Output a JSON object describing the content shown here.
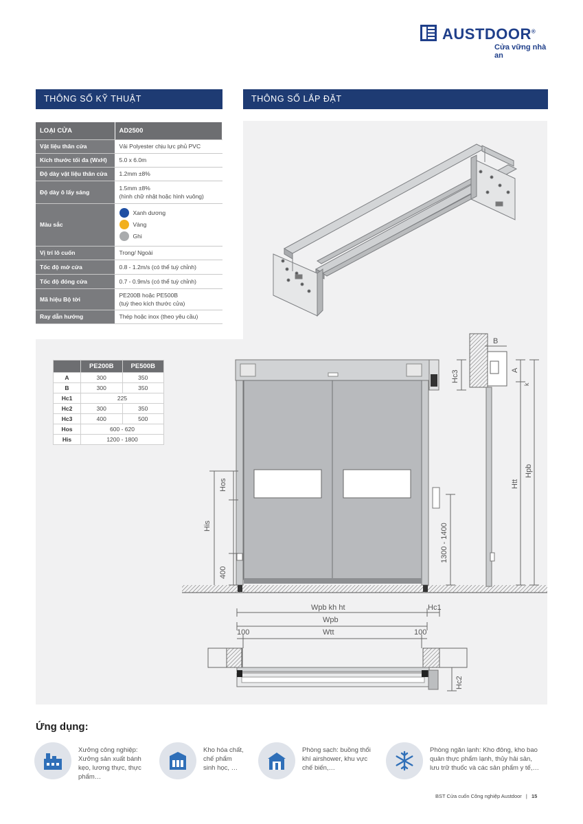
{
  "brand": {
    "name": "AUSTDOOR",
    "registered": "®",
    "tagline": "Cửa vững nhà an"
  },
  "sections": {
    "specs_title": "THÔNG SỐ KỸ THUẬT",
    "install_title": "THÔNG SỐ LẮP ĐẶT"
  },
  "spec_table": {
    "header_key": "LOẠI CỬA",
    "header_value": "AD2500",
    "rows": [
      {
        "key": "Vật liệu thân cửa",
        "value": "Vải Polyester chịu lực phủ PVC"
      },
      {
        "key": "Kích thước tối đa (WxH)",
        "value": "5.0 x 6.0m"
      },
      {
        "key": "Độ dày vật liệu thân cửa",
        "value": "1.2mm ±8%"
      },
      {
        "key": "Độ dày ô lấy sáng",
        "value": "1.5mm ±8%",
        "value2": "(hình chữ nhật hoặc hình vuông)"
      },
      {
        "key": "Màu sắc"
      },
      {
        "key": "Vị trí lô cuốn",
        "value": "Trong/ Ngoài"
      },
      {
        "key": "Tốc độ mở cửa",
        "value": "0.8 - 1.2m/s (có thể tuỳ chỉnh)"
      },
      {
        "key": "Tốc độ đóng cửa",
        "value": "0.7 - 0.9m/s (có thể tuỳ chỉnh)"
      },
      {
        "key": "Mã hiệu Bộ tời",
        "value": "PE200B hoặc PE500B",
        "value2": "(tuỳ theo kích thước cửa)"
      },
      {
        "key": "Ray dẫn hướng",
        "value": "Thép hoặc inox (theo yêu cầu)"
      }
    ],
    "colors": [
      {
        "name": "Xanh dương",
        "hex": "#1f4fa3"
      },
      {
        "name": "Vàng",
        "hex": "#f2b01e"
      },
      {
        "name": "Ghi",
        "hex": "#a9abad"
      }
    ]
  },
  "dim_table": {
    "headers": [
      "",
      "PE200B",
      "PE500B"
    ],
    "rows": [
      {
        "k": "A",
        "a": "300",
        "b": "350"
      },
      {
        "k": "B",
        "a": "300",
        "b": "350"
      },
      {
        "k": "Hc1",
        "merged": "225"
      },
      {
        "k": "Hc2",
        "a": "300",
        "b": "350"
      },
      {
        "k": "Hc3",
        "a": "400",
        "b": "500"
      },
      {
        "k": "Hos",
        "merged": "600 - 620"
      },
      {
        "k": "His",
        "merged": "1200 - 1800"
      }
    ]
  },
  "drawing_labels": {
    "hc3": "Hc3",
    "b": "B",
    "a": "A",
    "k": "k",
    "hpb": "Hpb",
    "htt": "Htt",
    "hos": "Hos",
    "his": "His",
    "h400": "400",
    "h1300": "1300 - 1400",
    "wpbkht": "Wpb kh ht",
    "hc1": "Hc1",
    "wpb": "Wpb",
    "wtt": "Wtt",
    "w100a": "100",
    "w100b": "100",
    "hc2": "Hc2"
  },
  "applications": {
    "title": "Ứng dụng:",
    "items": [
      {
        "lines": [
          "Xưởng công nghiệp:",
          "Xưởng sản xuất bánh",
          "kẹo, lương thực, thực",
          "phẩm…"
        ]
      },
      {
        "lines": [
          "Kho hóa chất,",
          "chế phẩm",
          "sinh học, …"
        ]
      },
      {
        "lines": [
          "Phòng sạch: buồng thổi",
          "khí airshower, khu vực",
          "chế biến,…"
        ]
      },
      {
        "lines": [
          "Phòng ngăn lạnh: Kho đông, kho bao",
          "quản thực phẩm lạnh, thủy hải sản,",
          "lưu trữ thuốc và các sản phẩm y tế,…"
        ]
      }
    ]
  },
  "footer": {
    "text": "BST Cửa cuốn Công nghiệp Austdoor",
    "sep": "|",
    "page": "15"
  }
}
